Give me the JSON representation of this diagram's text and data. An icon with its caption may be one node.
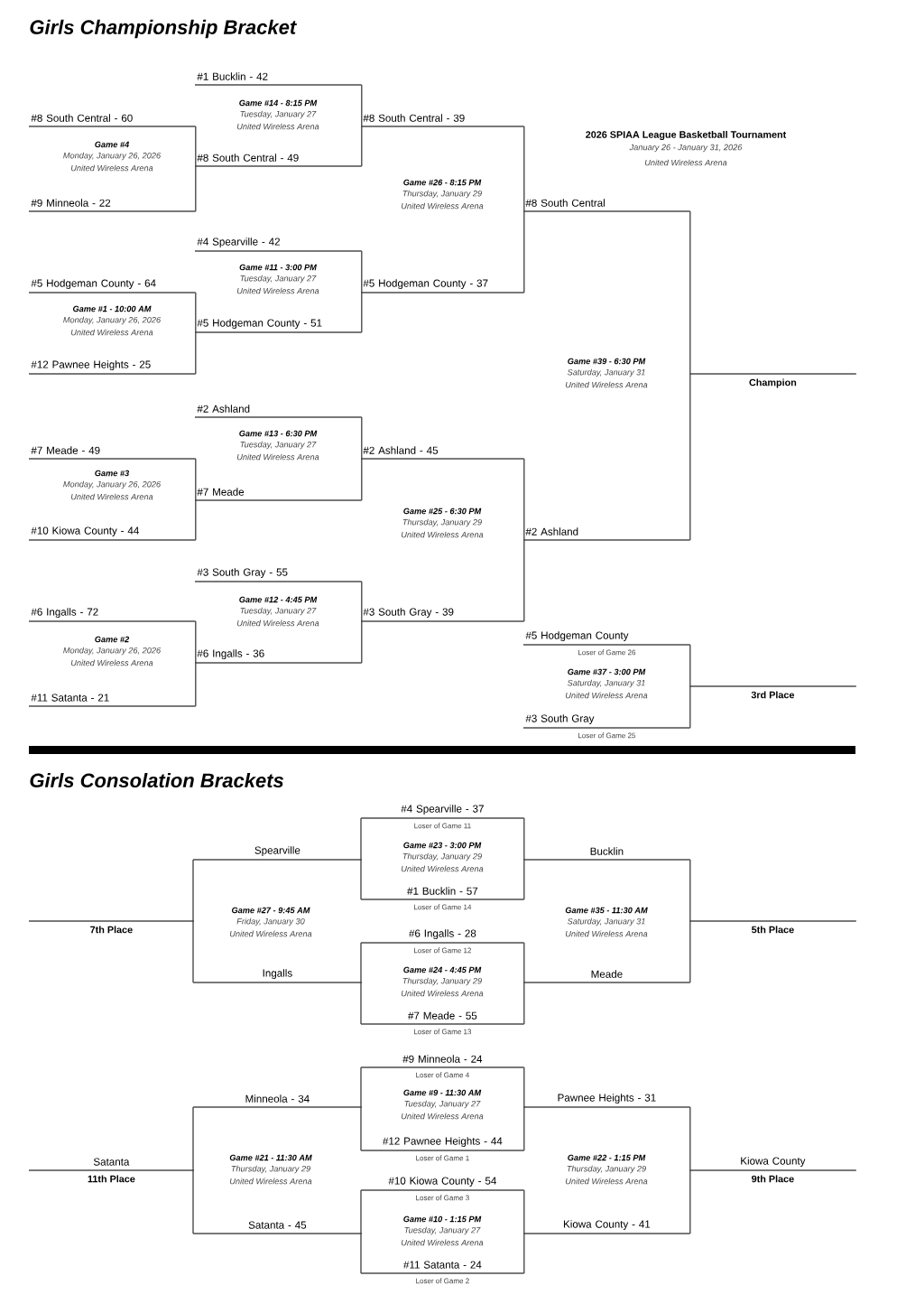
{
  "diagram": {
    "title": "Girls Championship Bracket",
    "nodes": [
      {
        "text": [
          "#1 Bucklin - 42"
        ]
      },
      {
        "text": [
          "#8 South Central - 60"
        ]
      },
      {
        "text": [
          "#8 South Central - 39"
        ]
      },
      {
        "text": [
          "#8 South Central - 49"
        ]
      },
      {
        "text": [
          "#9 Minneola - 22"
        ]
      },
      {
        "text": [
          "#8 South Central"
        ]
      },
      {
        "text": [
          "#4 Spearville - 42"
        ]
      },
      {
        "text": [
          "#5 Hodgeman County - 64"
        ]
      },
      {
        "text": [
          "#5 Hodgeman County - 37"
        ]
      },
      {
        "text": [
          "#5 Hodgeman County - 51"
        ]
      },
      {
        "text": [
          "#12 Pawnee Heights - 25"
        ]
      },
      {
        "text": [],
        "shape": "bar",
        "beside": [
          "Champion"
        ]
      },
      {
        "text": [
          "#2 Ashland"
        ]
      },
      {
        "text": [
          "#7 Meade - 49"
        ]
      },
      {
        "text": [
          "#2 Ashland - 45"
        ]
      },
      {
        "text": [
          "#7 Meade"
        ]
      },
      {
        "text": [
          "#10 Kiowa County - 44"
        ]
      },
      {
        "text": [
          "#2 Ashland"
        ]
      },
      {
        "text": [
          "#3 South Gray - 55"
        ]
      },
      {
        "text": [
          "#6 Ingalls - 72"
        ]
      },
      {
        "text": [
          "#3 South Gray - 39"
        ]
      },
      {
        "text": [
          "#5 Hodgeman County"
        ],
        "beside": [
          "Loser of Game 26"
        ]
      },
      {
        "text": [
          "#6 Ingalls - 36"
        ]
      },
      {
        "text": [],
        "shape": "bar",
        "beside": [
          "3rd Place"
        ]
      },
      {
        "text": [
          "#11 Satanta - 21"
        ]
      },
      {
        "text": [
          "#3 South Gray"
        ],
        "beside": [
          "Loser of Game 25"
        ]
      },
      {
        "text": [
          "#4 Spearville - 37"
        ],
        "beside": [
          "Loser of Game 11"
        ]
      },
      {
        "text": [
          "Spearville"
        ]
      },
      {
        "text": [
          "Bucklin"
        ]
      },
      {
        "text": [
          "#1 Bucklin - 57"
        ],
        "beside": [
          "Loser of Game 14"
        ]
      },
      {
        "text": [],
        "shape": "bar",
        "beside": [
          "7th Place"
        ]
      },
      {
        "text": [],
        "shape": "bar",
        "beside": [
          "5th Place"
        ]
      },
      {
        "text": [
          "#6 Ingalls - 28"
        ],
        "beside": [
          "Loser of Game 12"
        ]
      },
      {
        "text": [
          "Ingalls"
        ]
      },
      {
        "text": [
          "Meade"
        ]
      },
      {
        "text": [
          "#7 Meade - 55"
        ],
        "beside": [
          "Loser of Game 13"
        ]
      },
      {
        "text": [
          "#9 Minneola - 24"
        ],
        "beside": [
          "Loser of Game 4"
        ]
      },
      {
        "text": [
          "Minneola - 34"
        ]
      },
      {
        "text": [
          "Pawnee Heights - 31"
        ]
      },
      {
        "text": [
          "#12 Pawnee Heights - 44"
        ],
        "beside": [
          "Loser of Game 1"
        ]
      },
      {
        "text": [
          "Satanta"
        ],
        "beside": [
          "11th Place"
        ]
      },
      {
        "text": [
          "Kiowa County"
        ],
        "beside": [
          "9th Place"
        ]
      },
      {
        "text": [
          "#10 Kiowa County - 54"
        ],
        "beside": [
          "Loser of Game 3"
        ]
      },
      {
        "text": [
          "Satanta - 45"
        ]
      },
      {
        "text": [
          "Kiowa County - 41"
        ]
      },
      {
        "text": [
          "#11 Satanta - 24"
        ],
        "beside": [
          "Loser of Game 2"
        ]
      }
    ],
    "edges": [
      {
        "from": 1,
        "to": 3,
        "arrow": "none"
      },
      {
        "from": 4,
        "to": 3,
        "arrow": "none"
      },
      {
        "from": 7,
        "to": 9,
        "arrow": "none"
      },
      {
        "from": 10,
        "to": 9,
        "arrow": "none"
      },
      {
        "from": 13,
        "to": 15,
        "arrow": "none"
      },
      {
        "from": 16,
        "to": 15,
        "arrow": "none"
      },
      {
        "from": 19,
        "to": 22,
        "arrow": "none"
      },
      {
        "from": 24,
        "to": 22,
        "arrow": "none"
      },
      {
        "from": 0,
        "to": 2,
        "arrow": "none"
      },
      {
        "from": 3,
        "to": 2,
        "arrow": "none"
      },
      {
        "from": 6,
        "to": 8,
        "arrow": "none"
      },
      {
        "from": 9,
        "to": 8,
        "arrow": "none"
      },
      {
        "from": 12,
        "to": 14,
        "arrow": "none"
      },
      {
        "from": 15,
        "to": 14,
        "arrow": "none"
      },
      {
        "from": 18,
        "to": 20,
        "arrow": "none"
      },
      {
        "from": 22,
        "to": 20,
        "arrow": "none"
      },
      {
        "from": 2,
        "to": 5,
        "arrow": "none"
      },
      {
        "from": 8,
        "to": 5,
        "arrow": "none"
      },
      {
        "from": 14,
        "to": 17,
        "arrow": "none"
      },
      {
        "from": 20,
        "to": 17,
        "arrow": "none"
      },
      {
        "from": 5,
        "to": 11,
        "arrow": "none"
      },
      {
        "from": 17,
        "to": 11,
        "arrow": "none"
      },
      {
        "from": 21,
        "to": 23,
        "arrow": "none"
      },
      {
        "from": 25,
        "to": 23,
        "arrow": "none"
      },
      {
        "from": 26,
        "to": 27,
        "arrow": "none"
      },
      {
        "from": 29,
        "to": 27,
        "arrow": "none"
      },
      {
        "from": 26,
        "to": 28,
        "arrow": "none"
      },
      {
        "from": 29,
        "to": 28,
        "arrow": "none"
      },
      {
        "from": 32,
        "to": 33,
        "arrow": "none"
      },
      {
        "from": 35,
        "to": 33,
        "arrow": "none"
      },
      {
        "from": 32,
        "to": 34,
        "arrow": "none"
      },
      {
        "from": 35,
        "to": 34,
        "arrow": "none"
      },
      {
        "from": 27,
        "to": 30,
        "arrow": "none"
      },
      {
        "from": 33,
        "to": 30,
        "arrow": "none"
      },
      {
        "from": 28,
        "to": 31,
        "arrow": "none"
      },
      {
        "from": 34,
        "to": 31,
        "arrow": "none"
      },
      {
        "from": 36,
        "to": 37,
        "arrow": "none"
      },
      {
        "from": 39,
        "to": 37,
        "arrow": "none"
      },
      {
        "from": 36,
        "to": 38,
        "arrow": "none"
      },
      {
        "from": 39,
        "to": 38,
        "arrow": "none"
      },
      {
        "from": 42,
        "to": 43,
        "arrow": "none"
      },
      {
        "from": 45,
        "to": 43,
        "arrow": "none"
      },
      {
        "from": 42,
        "to": 44,
        "arrow": "none"
      },
      {
        "from": 45,
        "to": 44,
        "arrow": "none"
      },
      {
        "from": 37,
        "to": 40,
        "arrow": "none"
      },
      {
        "from": 43,
        "to": 40,
        "arrow": "none"
      },
      {
        "from": 38,
        "to": 41,
        "arrow": "none"
      },
      {
        "from": 44,
        "to": 41,
        "arrow": "none"
      }
    ],
    "labels": [
      "2026 SPIAA League Basketball Tournament",
      "January 26 - January 31, 2026",
      "United Wireless Arena",
      "Game #14 - 8:15 PM",
      "Tuesday, January 27",
      "United Wireless Arena",
      "Game #4",
      "Monday, January 26, 2026",
      "United Wireless Arena",
      "Game #26 - 8:15 PM",
      "Thursday, January 29",
      "United Wireless Arena",
      "Game #11 - 3:00 PM",
      "Tuesday, January 27",
      "United Wireless Arena",
      "Game #1 - 10:00 AM",
      "Monday, January 26, 2026",
      "United Wireless Arena",
      "Game #39 - 6:30 PM",
      "Saturday, January 31",
      "United Wireless Arena",
      "Game #13 - 6:30 PM",
      "Tuesday, January 27",
      "United Wireless Arena",
      "Game #3",
      "Monday, January 26, 2026",
      "United Wireless Arena",
      "Game #25 - 6:30 PM",
      "Thursday, January 29",
      "United Wireless Arena",
      "Game #12 - 4:45 PM",
      "Tuesday, January 27",
      "United Wireless Arena",
      "Game #2",
      "Monday, January 26, 2026",
      "United Wireless Arena",
      "Game #37 - 3:00 PM",
      "Saturday, January 31",
      "United Wireless Arena",
      "Girls Consolation Brackets",
      "Game #23 - 3:00 PM",
      "Thursday, January 29",
      "United Wireless Arena",
      "Game #27 - 9:45 AM",
      "Friday, January 30",
      "United Wireless Arena",
      "Game #35 - 11:30 AM",
      "Saturday, January 31",
      "United Wireless Arena",
      "Game #24 - 4:45 PM",
      "Thursday, January 29",
      "United Wireless Arena",
      "Game #9 - 11:30 AM",
      "Tuesday, January 27",
      "United Wireless Arena",
      "Game #21 - 11:30 AM",
      "Thursday, January 29",
      "United Wireless Arena",
      "Game #22 - 1:15 PM",
      "Thursday, January 29",
      "United Wireless Arena",
      "Game #10 - 1:15 PM",
      "Tuesday, January 27",
      "United Wireless Arena"
    ]
  }
}
